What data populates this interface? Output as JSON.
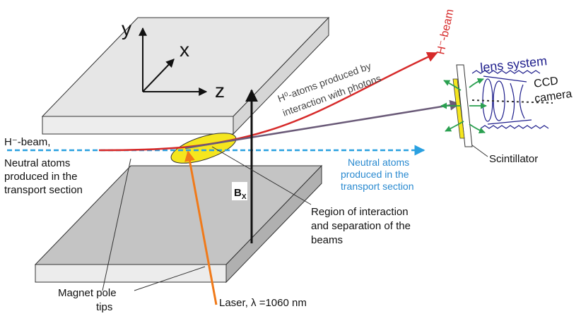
{
  "axes": {
    "y": "y",
    "x": "x",
    "z": "z"
  },
  "labels": {
    "hminus_beam_top": "H⁻-beam",
    "lens_system": "lens system",
    "ccd_line1": "CCD",
    "ccd_line2": "camera",
    "h0_line1": "H⁰-atoms produced by",
    "h0_line2": "interaction with photons",
    "hminus_beam_left": "H⁻-beam,",
    "neutral_left_1": "Neutral atoms",
    "neutral_left_2": "produced in the",
    "neutral_left_3": "transport section",
    "neutral_right_1": "Neutral atoms",
    "neutral_right_2": "produced in the",
    "neutral_right_3": "transport section",
    "scintillator": "Scintillator",
    "bx": "B",
    "bx_sub": "X",
    "region_1": "Region of interaction",
    "region_2": "and separation of the",
    "region_3": "beams",
    "magnet_1": "Magnet pole",
    "magnet_2": "tips",
    "laser": "Laser, λ =1060 nm"
  },
  "colors": {
    "hminus_beam": "#d62a2a",
    "neutral_beam": "#2aa0e0",
    "laser": "#f07a1a",
    "interaction_region": "#f5e61e",
    "lens_system": "#1e1e8c",
    "neutral_text": "#2a8ad0",
    "h0_arrow": "#6a5a78",
    "emission_arrows": "#2aa050",
    "pole_top": "#e6e6e6",
    "pole_bottom": "#c4c4c4"
  }
}
